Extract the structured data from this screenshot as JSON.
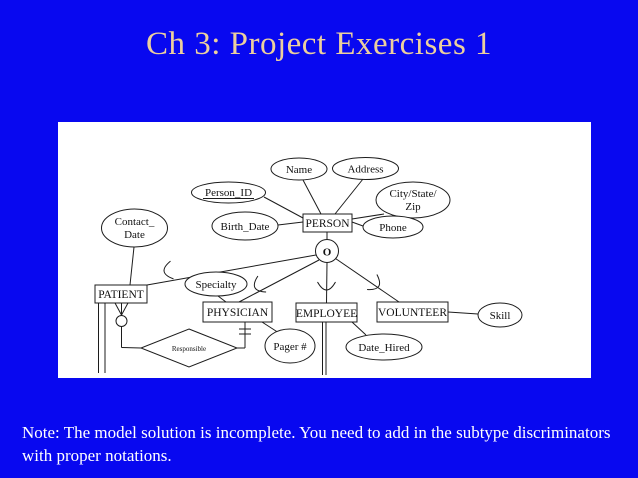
{
  "slide": {
    "title": "Ch 3: Project Exercises 1",
    "note": {
      "line1": "Note: The model solution is incomplete. You need to add in the subtype discriminators",
      "line2": "with proper notations."
    },
    "colors": {
      "background": "#0808f0",
      "title_text": "#eccf9e",
      "note_text": "#ffffff",
      "panel": "#ffffff",
      "diagram_ink": "#1c1c1c"
    }
  },
  "diagram": {
    "type": "entity-relationship",
    "discriminator": "O",
    "entities": {
      "person": "PERSON",
      "patient": "PATIENT",
      "physician": "PHYSICIAN",
      "employee": "EMPLOYEE",
      "volunteer": "VOLUNTEER"
    },
    "attributes": {
      "name": "Name",
      "address": "Address",
      "city_state_line1": "City/State/",
      "city_state_line2": "Zip",
      "person_id": "Person_ID",
      "birth_date": "Birth_Date",
      "contact_line1": "Contact_",
      "contact_line2": "Date",
      "phone": "Phone",
      "specialty": "Specialty",
      "pager": "Pager #",
      "date_hired": "Date_Hired",
      "skill": "Skill"
    },
    "relationships": {
      "responsible": "Responsible"
    }
  }
}
